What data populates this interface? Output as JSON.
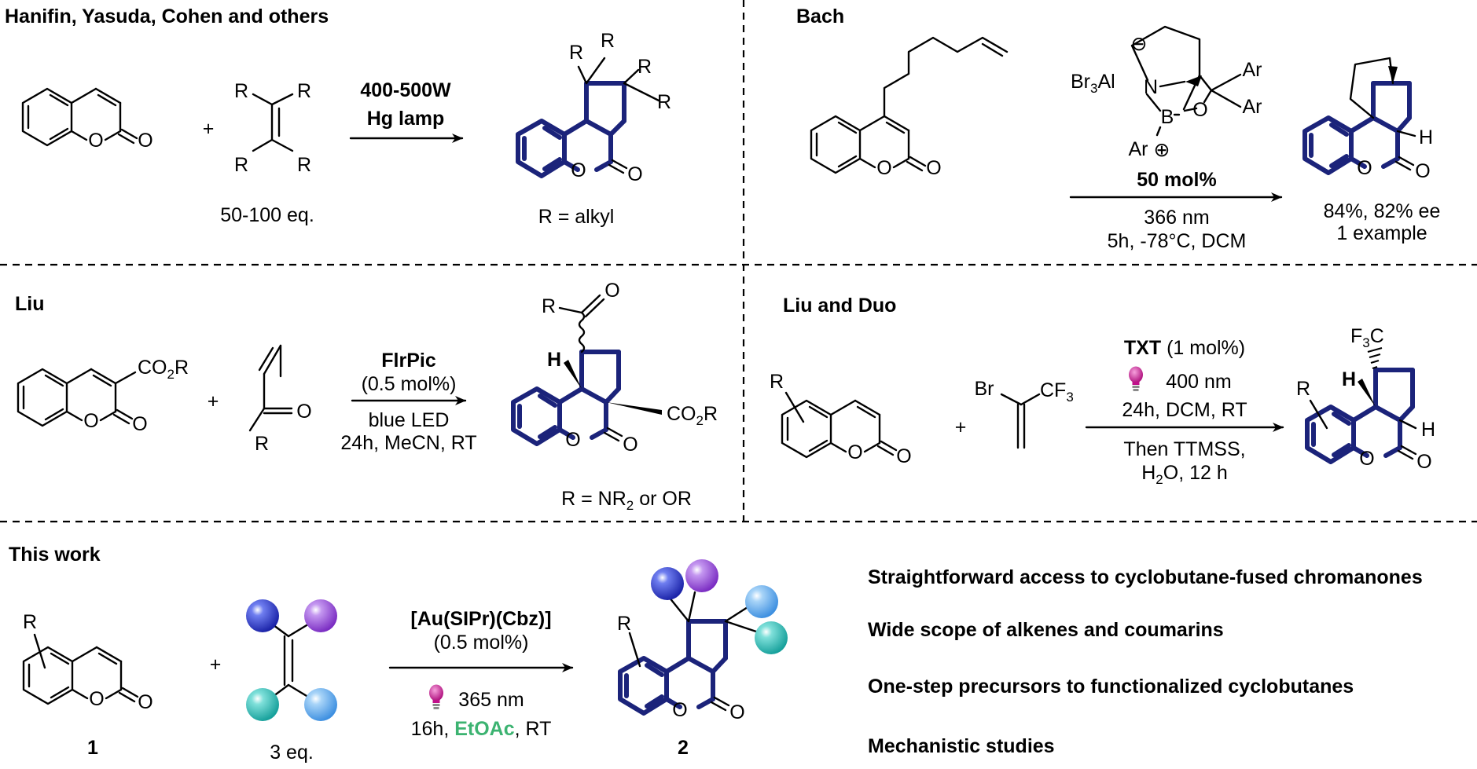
{
  "panels": {
    "hanifin": {
      "heading": "Hanifin, Yasuda, Cohen and others",
      "conditions": [
        "400-500W",
        "Hg lamp"
      ],
      "alkene_equiv": "50-100 eq.",
      "product_note": "R = alkyl",
      "plus": "+",
      "atom_R": "R",
      "atom_O": "O"
    },
    "bach": {
      "heading": "Bach",
      "catalyst_loading": "50 mol%",
      "conditions": [
        "366 nm",
        "5h, -78°C, DCM"
      ],
      "result": [
        "84%, 82% ee",
        "1 example"
      ],
      "labels": {
        "Br": "Br",
        "Al": "Al",
        "N": "N",
        "B": "B",
        "O": "O",
        "Ar": "Ar",
        "H": "H",
        "minus": "⊖",
        "plusc": "⊕",
        "sub3": "3"
      }
    },
    "liu": {
      "heading": "Liu",
      "catalyst": "FlrPic",
      "loading": "(0.5 mol%)",
      "conditions": [
        "blue LED",
        "24h, MeCN, RT"
      ],
      "product_note_a": "R = NR",
      "product_note_sub": "2",
      "product_note_b": " or OR",
      "co2r_a": "CO",
      "co2r_sub": "2",
      "co2r_b": "R",
      "plus": "+"
    },
    "liu_duo": {
      "heading": "Liu and Duo",
      "catalyst": "TXT",
      "loading": " (1 mol%)",
      "wavelength": "400 nm",
      "conditions": [
        "24h, DCM, RT",
        "Then TTMSS,"
      ],
      "water_a": "H",
      "water_sub": "2",
      "water_b": "O, 12 h",
      "cf3_a": "CF",
      "cf3_sub": "3",
      "f3c_a": "F",
      "f3c_sub": "3",
      "f3c_b": "C",
      "br": "Br",
      "plus": "+"
    },
    "this_work": {
      "heading": "This work",
      "catalyst": "[Au(SIPr)(Cbz)]",
      "loading": "(0.5 mol%)",
      "wavelength": "365 nm",
      "cond_a": "16h, ",
      "cond_solvent": "EtOAc",
      "cond_b": ", RT",
      "reactant_label": "1",
      "product_label": "2",
      "alkene_equiv": "3 eq.",
      "plus": "+",
      "features": [
        "Straightforward access to cyclobutane-fused chromanones",
        "Wide scope of alkenes and coumarins",
        "One-step precursors to functionalized cyclobutanes",
        "Mechanistic studies"
      ]
    }
  },
  "colors": {
    "highlight_bond": "#1b237a",
    "solvent_green": "#3cb371",
    "bulb_magenta": "#c0108a",
    "ball_blue": "#2233cc",
    "ball_purple": "#9a4fd6",
    "ball_teal": "#26b5b0",
    "ball_skyblue": "#5aa8ee"
  }
}
